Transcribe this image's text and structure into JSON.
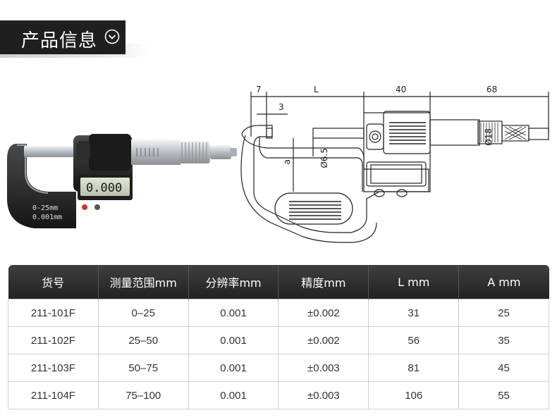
{
  "header": {
    "title": "产品信息",
    "icon": "chevron-down-circle-icon"
  },
  "product": {
    "display_value": "0.000",
    "range_label": "0-25mm",
    "resolution_label": "0.001mm"
  },
  "drawing": {
    "dims": {
      "d7": "7",
      "dL": "L",
      "d40": "40",
      "d68": "68",
      "d3": "3",
      "a": "a",
      "phi65": "Ø6.5",
      "phi18": "Ø18"
    }
  },
  "table": {
    "headers": [
      "货号",
      "测量范围mm",
      "分辨率mm",
      "精度mm",
      "L mm",
      "A mm"
    ],
    "rows": [
      [
        "211-101F",
        "0–25",
        "0.001",
        "±0.002",
        "31",
        "25"
      ],
      [
        "211-102F",
        "25–50",
        "0.001",
        "±0.002",
        "56",
        "35"
      ],
      [
        "211-103F",
        "50–75",
        "0.001",
        "±0.003",
        "81",
        "45"
      ],
      [
        "211-104F",
        "75–100",
        "0.001",
        "±0.003",
        "106",
        "55"
      ]
    ]
  },
  "colors": {
    "banner": "#1f1f1f",
    "header_row": "#2b2b2b",
    "frame": "#2a2a2a",
    "body_metal": "#c8ccd0"
  }
}
